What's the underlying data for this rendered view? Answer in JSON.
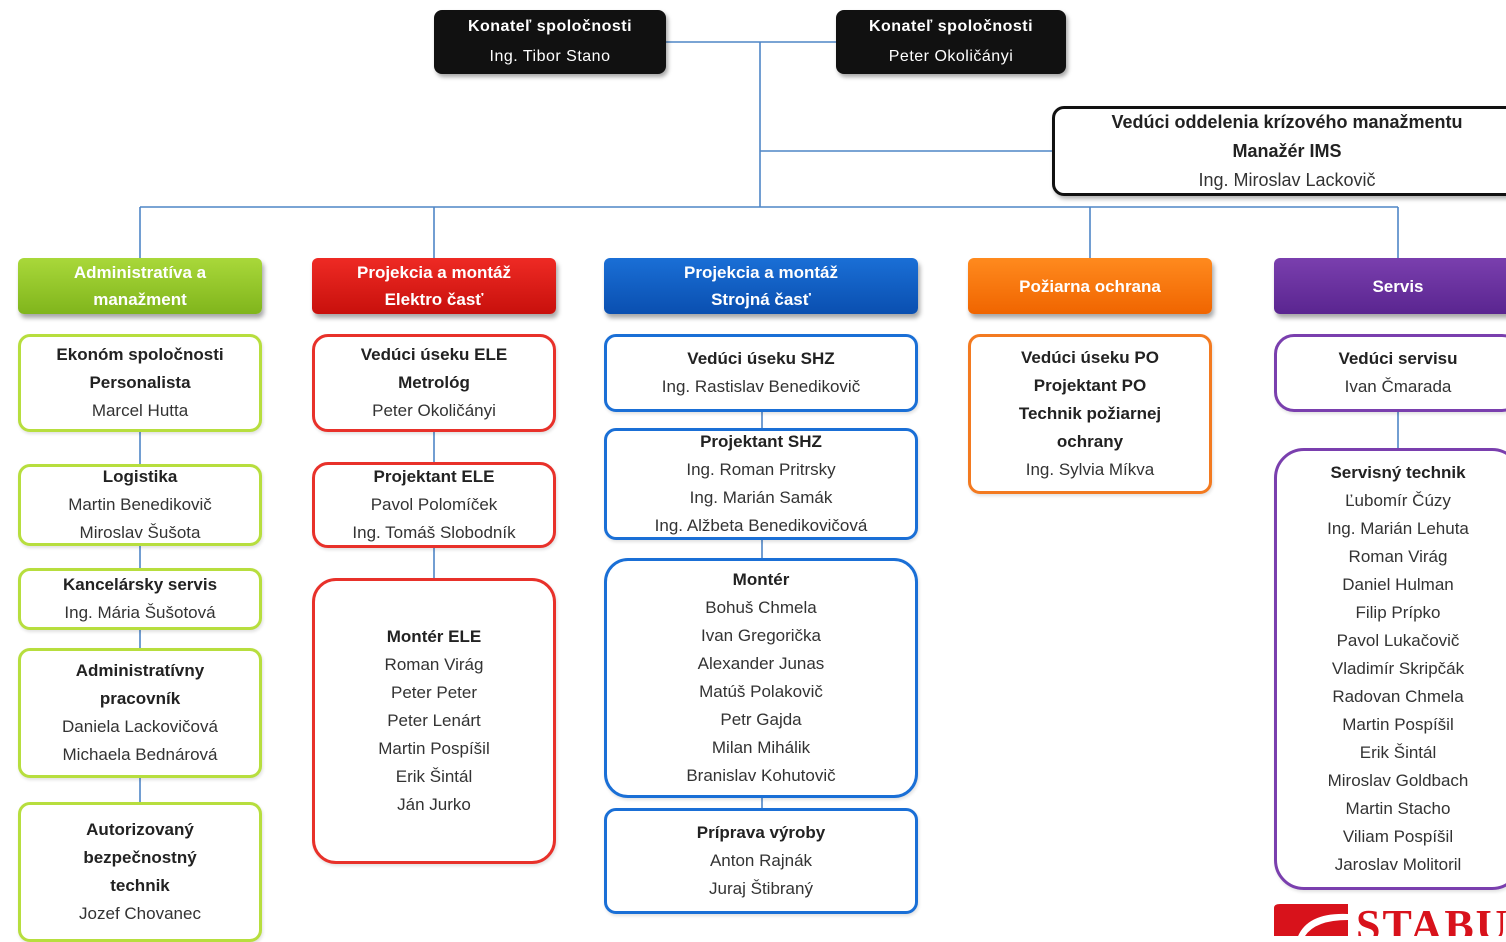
{
  "executives": [
    {
      "lines": [
        "Konateľ spoločnosti",
        "Ing. Tibor Stano"
      ]
    },
    {
      "lines": [
        "Konateľ spoločnosti",
        "Peter Okoličányi"
      ]
    }
  ],
  "crisis_box": {
    "lines": [
      "Vedúci oddelenia krízového manažmentu",
      "Manažér IMS",
      "Ing. Miroslav Lackovič"
    ]
  },
  "departments": [
    {
      "color": "#8bc22a",
      "header": [
        "Administratíva a",
        "manažment"
      ],
      "boxes": [
        {
          "lines": [
            "Ekonóm spoločnosti",
            "Personalista",
            "Marcel Hutta"
          ]
        },
        {
          "lines": [
            "Logistika",
            "Martin Benedikovič",
            "Miroslav Šušota"
          ]
        },
        {
          "lines": [
            "Kancelársky servis",
            "Ing. Mária Šušotová"
          ]
        },
        {
          "lines": [
            "Administratívny",
            "pracovník",
            "Daniela Lackovičová",
            "Michaela Bednárová"
          ]
        },
        {
          "lines": [
            "Autorizovaný",
            "bezpečnostný",
            "technik",
            "Jozef Chovanec"
          ]
        }
      ]
    },
    {
      "color": "#e2231c",
      "header": [
        "Projekcia a montáž",
        "Elektro časť"
      ],
      "boxes": [
        {
          "lines": [
            "Vedúci úseku ELE",
            "Metrológ",
            "Peter Okoličányi"
          ]
        },
        {
          "lines": [
            "Projektant ELE",
            "Pavol Polomíček",
            "Ing. Tomáš Slobodník"
          ]
        },
        {
          "lines": [
            "Montér ELE",
            "Roman Virág",
            "Peter Peter",
            "Peter Lenárt",
            "Martin Pospíšil",
            "Erik Šintál",
            "Ján Jurko"
          ]
        }
      ]
    },
    {
      "color": "#1262c8",
      "header": [
        "Projekcia a montáž",
        "Strojná časť"
      ],
      "boxes": [
        {
          "lines": [
            "Vedúci úseku SHZ",
            "Ing. Rastislav Benedikovič"
          ]
        },
        {
          "lines": [
            "Projektant SHZ",
            "Ing. Roman Pritrsky",
            "Ing. Marián Samák",
            "Ing. Alžbeta Benedikovičová"
          ]
        },
        {
          "lines": [
            "Montér",
            "Bohuš Chmela",
            "Ivan Gregorička",
            "Alexander Junas",
            "Matúš Polakovič",
            "Petr Gajda",
            "Milan Mihálik",
            "Branislav Kohutovič"
          ]
        },
        {
          "lines": [
            "Príprava výroby",
            "Anton Rajnák",
            "Juraj Štibraný"
          ]
        }
      ]
    },
    {
      "color": "#f5760f",
      "header": [
        "Požiarna ochrana"
      ],
      "boxes": [
        {
          "lines": [
            "Vedúci úseku PO",
            "Projektant PO",
            "Technik požiarnej",
            "ochrany",
            "Ing. Sylvia Míkva"
          ]
        }
      ]
    },
    {
      "color": "#6a2fa0",
      "header": [
        "Servis"
      ],
      "boxes": [
        {
          "lines": [
            "Vedúci servisu",
            "Ivan Čmarada"
          ]
        },
        {
          "lines": [
            "Servisný technik",
            "Ľubomír Čúzy",
            "Ing. Marián Lehuta",
            "Roman Virág",
            "Daniel Hulman",
            "Filip Prípko",
            "Pavol Lukačovič",
            "Vladimír Skripčák",
            "Radovan Chmela",
            "Martin Pospíšil",
            "Erik Šintál",
            "Miroslav Goldbach",
            "Martin Stacho",
            "Viliam Pospíšil",
            "Jaroslav Molitoril"
          ]
        }
      ]
    }
  ],
  "logo": {
    "text": "STABU",
    "color": "#d8121b"
  }
}
